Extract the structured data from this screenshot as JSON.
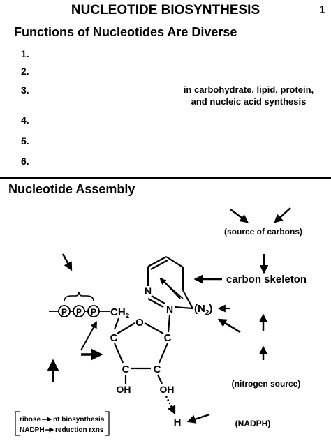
{
  "page": {
    "title": "NUCLEOTIDE BIOSYNTHESIS",
    "number": "1"
  },
  "functions": {
    "heading": "Functions of Nucleotides Are Diverse",
    "items": [
      {
        "label": "1."
      },
      {
        "label": "2."
      },
      {
        "label": "3."
      },
      {
        "label": "4."
      },
      {
        "label": "5."
      },
      {
        "label": "6."
      }
    ],
    "item3_note": "in carbohydrate, lipid, protein, and nucleic acid synthesis"
  },
  "assembly": {
    "heading": "Nucleotide Assembly",
    "source_of_carbons": "(source of carbons)",
    "carbon_skeleton": "carbon skeleton",
    "nitrogen_source": "(nitrogen source)",
    "nadph_label": "(NADPH)",
    "n2_label": "(N2)",
    "n2_main": "(N",
    "n2_sub": "2",
    "n2_close": ")",
    "phosphates": [
      "P",
      "P",
      "P"
    ],
    "ch2_main": "CH",
    "ch2_sub": "2",
    "ring_o": "O",
    "ring_c": "C",
    "oh": "OH",
    "h": "H",
    "n_top": "N",
    "n_bottom": "N",
    "legend": {
      "line1_left": "ribose",
      "line1_right": "nt biosynthesis",
      "line2_left": "NADPH",
      "line2_right": "reduction rxns"
    }
  }
}
